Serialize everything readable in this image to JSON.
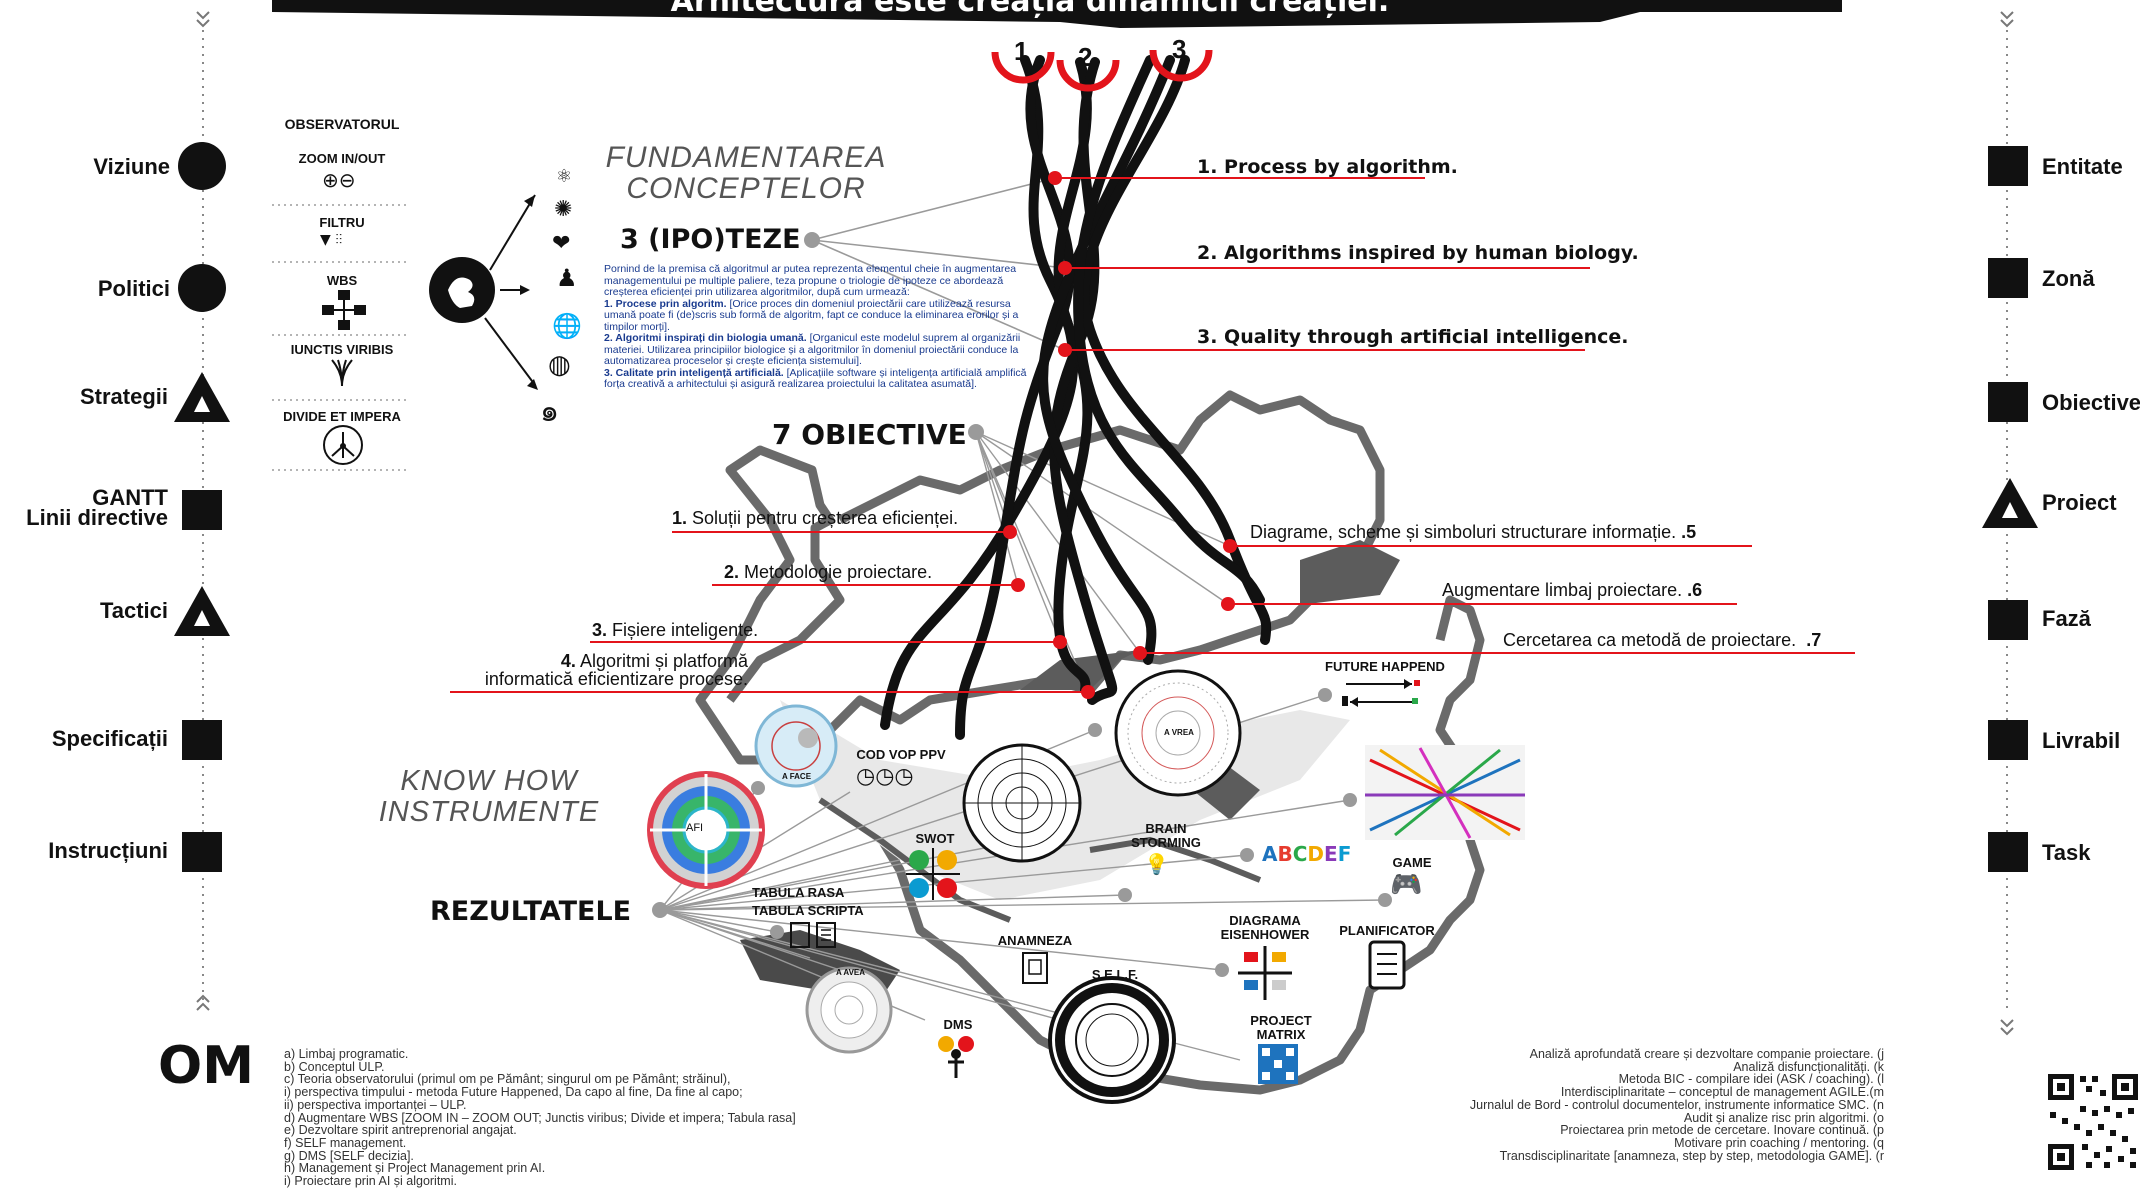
{
  "banner": {
    "title": "Arhitectura este creația dinamicii creației."
  },
  "roots": [
    "1",
    "2",
    "3"
  ],
  "left_nav": [
    {
      "label": "Viziune",
      "shape": "circle"
    },
    {
      "label": "Politici",
      "shape": "circle"
    },
    {
      "label": "Strategii",
      "shape": "triangle"
    },
    {
      "label": "GANTT",
      "label2": "Linii directive",
      "shape": "square"
    },
    {
      "label": "Tactici",
      "shape": "triangle"
    },
    {
      "label": "Specificații",
      "shape": "square"
    },
    {
      "label": "Instrucțiuni",
      "shape": "square"
    }
  ],
  "right_nav": [
    {
      "label": "Entitate",
      "shape": "square"
    },
    {
      "label": "Zonă",
      "shape": "square"
    },
    {
      "label": "Obiective",
      "shape": "square"
    },
    {
      "label": "Proiect",
      "shape": "triangle"
    },
    {
      "label": "Fază",
      "shape": "square"
    },
    {
      "label": "Livrabil",
      "shape": "square"
    },
    {
      "label": "Task",
      "shape": "square"
    }
  ],
  "observer": {
    "title": "OBSERVATORUL",
    "tools": [
      "ZOOM IN/OUT",
      "FILTRU",
      "WBS",
      "IUNCTIS VIRIBIS",
      "DIVIDE ET IMPERA"
    ]
  },
  "fundamentare": {
    "line1": "FUNDAMENTAREA",
    "line2": "CONCEPTELOR"
  },
  "ipoteze": {
    "heading": "3 (IPO)TEZE",
    "intro": "Pornind de la premisa că algoritmul ar putea reprezenta elementul cheie în augmentarea managementului pe multiple paliere, teza propune o triologie de ipoteze ce abordează creșterea eficienței prin utilizarea algoritmilor, după cum urmează:",
    "p1_title": "1. Procese prin algoritm.",
    "p1_text": "[Orice proces din domeniul proiectării care utilizează resursa umană poate fi (de)scris sub formă de algoritm, fapt ce conduce la eliminarea erorilor și a timpilor morți].",
    "p2_title": "2. Algoritmi inspirați din biologia umană.",
    "p2_text": "[Organicul este modelul suprem al organizării materiei. Utilizarea principiilor biologice și a algoritmilor în domeniul proiectării conduce la automatizarea proceselor și crește eficiența sistemului].",
    "p3_title": "3. Calitate prin inteligență artificială.",
    "p3_text": "[Aplicațiile software și inteligența artificială amplifică forța creativă a arhitectului și asigură realizarea proiectului la calitatea asumată]."
  },
  "hypotheses": [
    "1. Process by algorithm.",
    "2. Algorithms inspired by human biology.",
    "3. Quality through artificial intelligence."
  ],
  "objectives": {
    "heading": "7 OBIECTIVE",
    "left": [
      {
        "num": "1.",
        "text": "Soluții pentru creșterea eficienței."
      },
      {
        "num": "2.",
        "text": "Metodologie proiectare."
      },
      {
        "num": "3.",
        "text": "Fișiere inteligente."
      },
      {
        "num": "4.",
        "text": "Algoritmi și platformă",
        "text2": "informatică eficientizare procese."
      }
    ],
    "right": [
      {
        "num": ".5",
        "text": "Diagrame, scheme și simboluri structurare informație."
      },
      {
        "num": ".6",
        "text": "Augmentare limbaj proiectare."
      },
      {
        "num": ".7",
        "text": "Cercetarea ca metodă de proiectare."
      }
    ]
  },
  "knowhow": {
    "line1": "KNOW HOW",
    "line2": "INSTRUMENTE"
  },
  "results": {
    "heading": "REZULTATELE"
  },
  "tools": {
    "afi": "AFI",
    "aface": "A FACE",
    "cod": "COD VOP PPV",
    "swot": "SWOT",
    "brainstorming": "BRAIN STORMING",
    "tabula_rasa": "TABULA RASA",
    "tabula_scripta": "TABULA SCRIPTA",
    "anamneza": "ANAMNEZA",
    "eisenhower": "DIAGRAMA EISENHOWER",
    "planificator": "PLANIFICATOR",
    "game": "GAME",
    "future": "FUTURE HAPPEND",
    "avrea": "A VREA",
    "avea": "A AVEA",
    "dms": "DMS",
    "self": "S.E.L.F.",
    "project_matrix": "PROJECT MATRIX",
    "abcdef": [
      "A",
      "B",
      "C",
      "D",
      "E",
      "F"
    ],
    "abcdef_colors": [
      "#1e73be",
      "#e63b2e",
      "#2aa84a",
      "#f2a900",
      "#8a3ab9",
      "#0b9bd1"
    ]
  },
  "om": "OM",
  "notes_left": [
    "a)  Limbaj programatic.",
    "b)  Conceptul ULP.",
    "c)  Teoria observatorului (primul om pe Pământ; singurul om pe Pământ; străinul),",
    "       i)  perspectiva timpului - metoda Future Happened, Da capo al fine, Da fine al capo;",
    "      ii) perspectiva importanței – ULP.",
    "d)  Augmentare WBS [ZOOM IN – ZOOM OUT; Junctis viribus; Divide et impera; Tabula rasa]",
    "e)  Dezvoltare spirit antreprenorial angajat.",
    "f)   SELF management.",
    "g)  DMS [SELF decizia].",
    "h)  Management și Project Management prin AI.",
    "i)   Proiectare prin AI și algoritmi."
  ],
  "notes_right": [
    "Analiză aprofundată creare și dezvoltare companie proiectare.  (j",
    "Analiză disfuncționalități.  (k",
    "Metoda BIC - compilare idei (ASK / coaching).  (l",
    "Interdisciplinaritate – conceptul de management AGILE.(m",
    "Jurnalul de Bord - controlul documentelor, instrumente informatice SMC. (n",
    "Audit și analize risc prin algoritmi.  (o",
    "Proiectarea prin metode de cercetare. Inovare continuă.  (p",
    "Motivare prin coaching / mentoring.  (q",
    "Transdisciplinaritate  [anamneza, step by step, metodologia GAME].  (r"
  ],
  "colors": {
    "accent": "#e3141b",
    "ink": "#111111",
    "grey": "#9a9a9a",
    "blue_text": "#1a3b8f"
  }
}
